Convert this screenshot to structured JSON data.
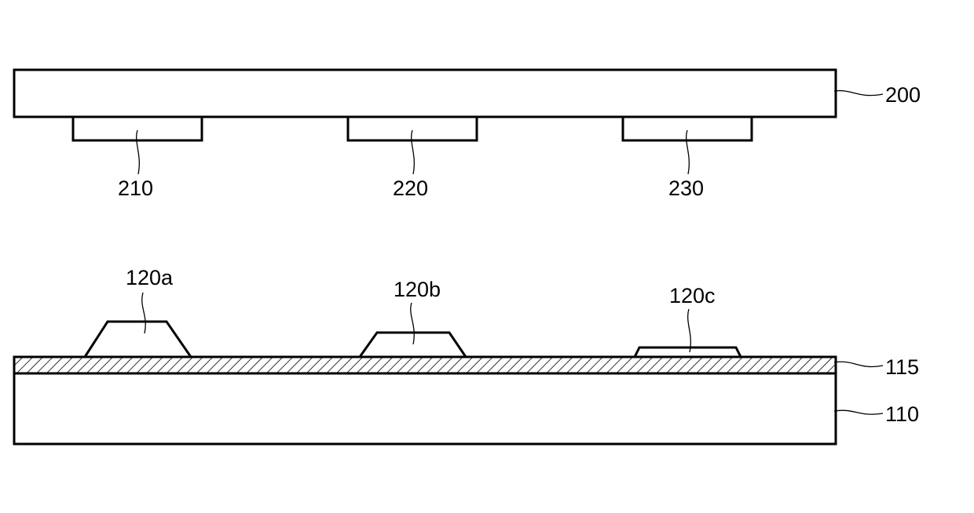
{
  "labels": {
    "upper_substrate": "200",
    "pad_left": "210",
    "pad_middle": "220",
    "pad_right": "230",
    "bump_a": "120a",
    "bump_b": "120b",
    "bump_c": "120c",
    "layer_hatched": "115",
    "lower_substrate": "110"
  },
  "colors": {
    "line": "#000000",
    "background": "#ffffff"
  }
}
